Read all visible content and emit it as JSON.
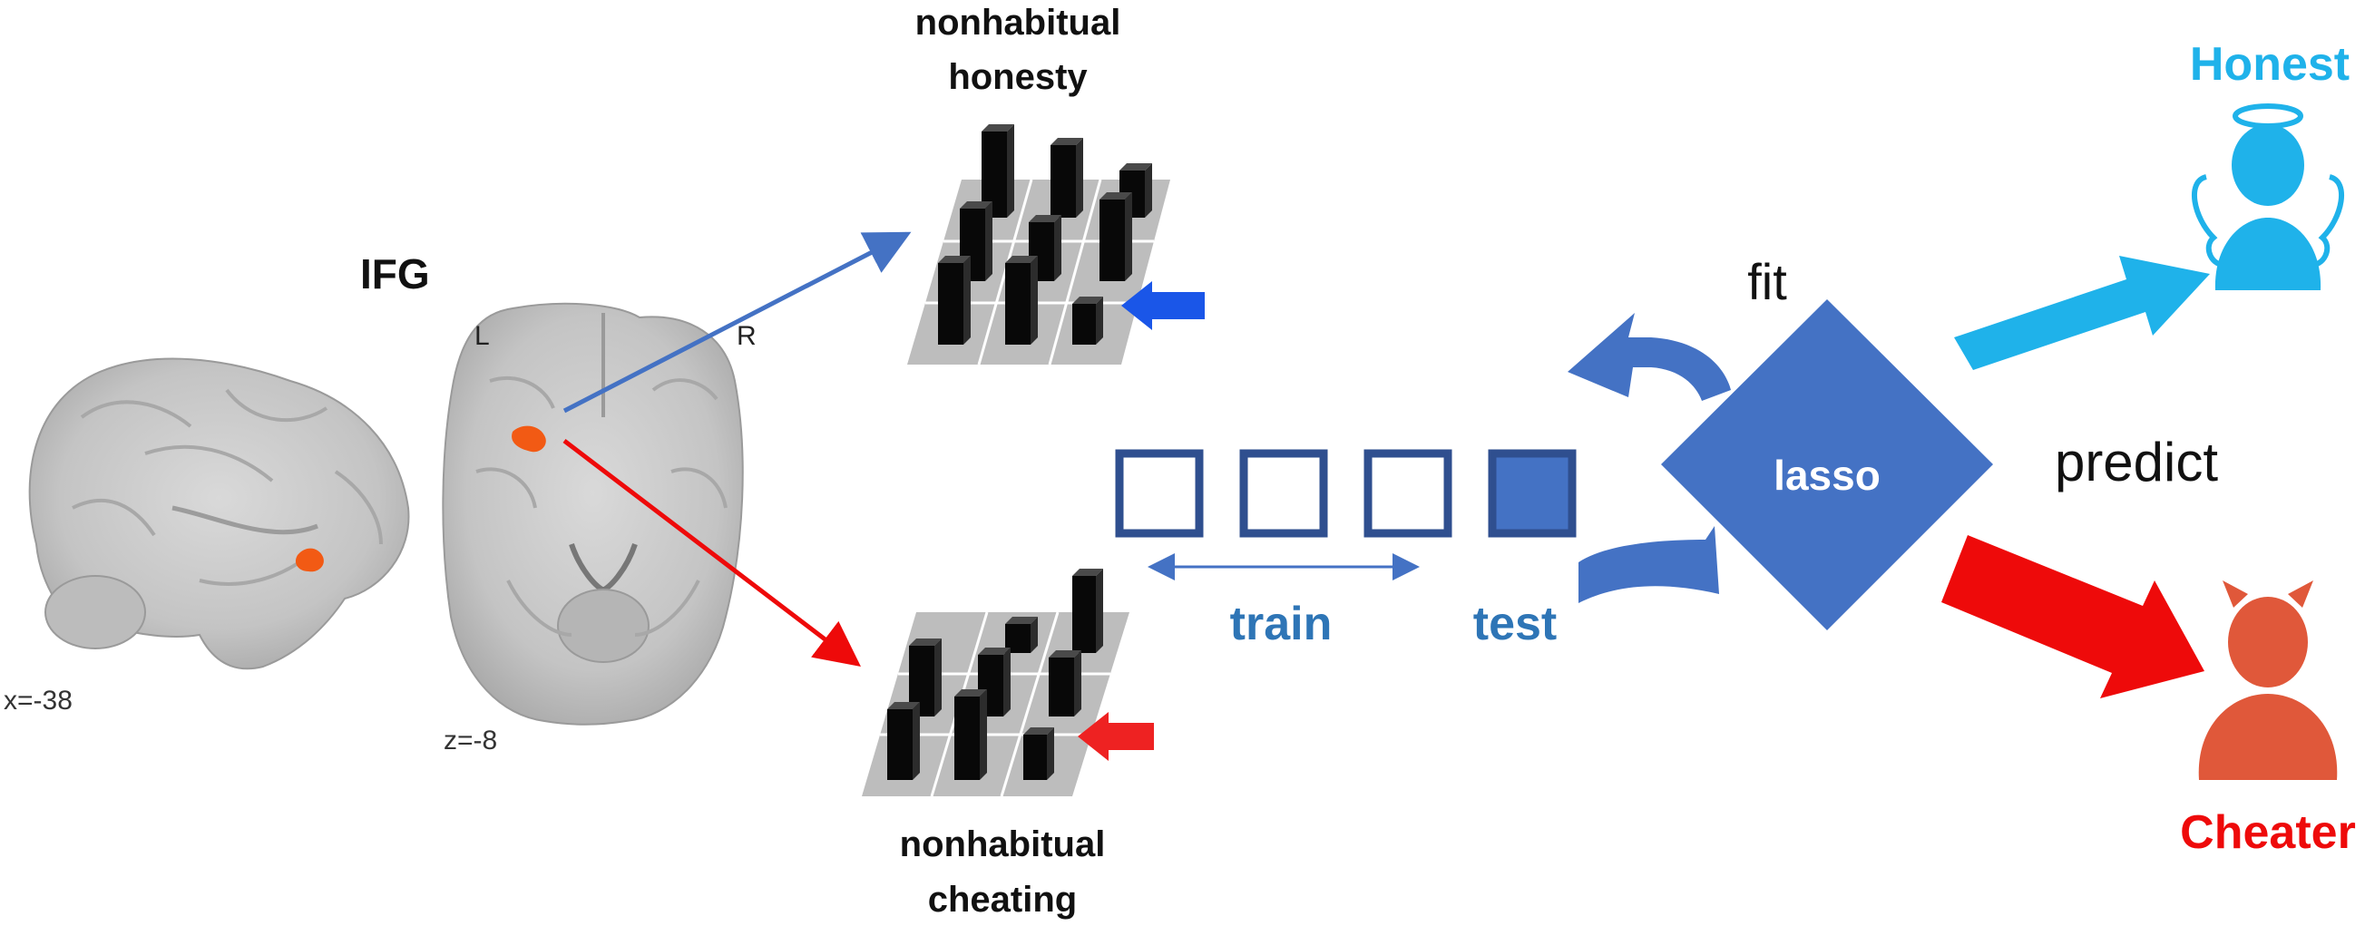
{
  "labels": {
    "region": "IFG",
    "hemisphere_left": "L",
    "hemisphere_right": "R",
    "sagittal_coord": "x=-38",
    "axial_coord": "z=-8",
    "nonhabitual_honesty": [
      "nonhabitual",
      "honesty"
    ],
    "nonhabitual_cheating": [
      "nonhabitual",
      "cheating"
    ],
    "train": "train",
    "test": "test",
    "fit": "fit",
    "lasso": "lasso",
    "predict": "predict",
    "honest": "Honest",
    "cheater": "Cheater"
  },
  "colors": {
    "honest": "#1fb2ea",
    "cheater": "#ee0a0a",
    "model_blue": "#4472c4",
    "label_blue": "#2e75b6",
    "activation": "#f25a14",
    "cheater_figure": "#e0583a",
    "pointer_blue": "#1a56e8",
    "pointer_red": "#ee2222"
  },
  "icons": {
    "honest_figure": "angel-person-icon",
    "cheater_figure": "devil-person-icon",
    "brain_sagittal": "sagittal-brain-slice",
    "brain_axial": "axial-brain-slice"
  }
}
